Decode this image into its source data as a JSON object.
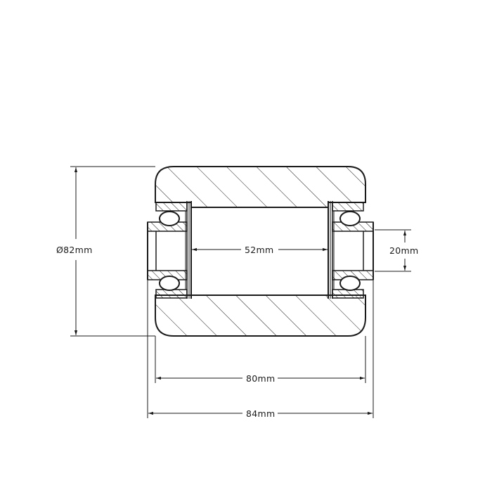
{
  "diagram": {
    "type": "technical-section-drawing",
    "subject": "roller with two ball bearings (cross-section)",
    "colors": {
      "line": "#1a1a1a",
      "background": "#ffffff"
    },
    "dimensions": {
      "outer_diameter": "Ø82mm",
      "bore_width": "52mm",
      "shaft_hole": "20mm",
      "roller_width": "80mm",
      "overall_width": "84mm"
    }
  }
}
